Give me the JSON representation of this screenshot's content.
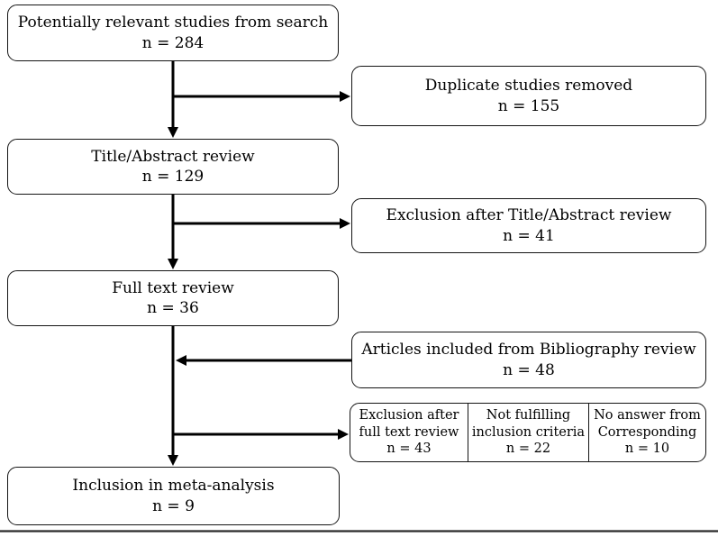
{
  "figure": {
    "type": "study-selection-flow-diagram",
    "colors": {
      "line": "#000000",
      "box_border": "#141414",
      "background": "#ffffff",
      "text": "#000000",
      "bottom_rule": "#2a2a2a"
    }
  },
  "flow": {
    "left_boxes": [
      {
        "label": "Potentially relevant studies from search",
        "count": "n = 284"
      },
      {
        "label": "Title/Abstract review",
        "count": "n = 129"
      },
      {
        "label": "Full text review",
        "count": "n = 36"
      },
      {
        "label": "Inclusion in meta-analysis",
        "count": "n = 9"
      }
    ],
    "right_boxes": [
      {
        "label": "Duplicate studies removed",
        "count": "n = 155"
      },
      {
        "label": "Exclusion after Title/Abstract review",
        "count": "n = 41"
      },
      {
        "label": "Articles included from Bibliography review",
        "count": "n = 48"
      }
    ],
    "exclusion_table": {
      "cells": [
        {
          "line1": "Exclusion after",
          "line2": "full text review",
          "count": "n = 43"
        },
        {
          "line1": "Not fulfilling",
          "line2": "inclusion criteria",
          "count": "n = 22"
        },
        {
          "line1": "No answer from",
          "line2": "Corresponding",
          "count": "n = 10"
        }
      ]
    }
  }
}
